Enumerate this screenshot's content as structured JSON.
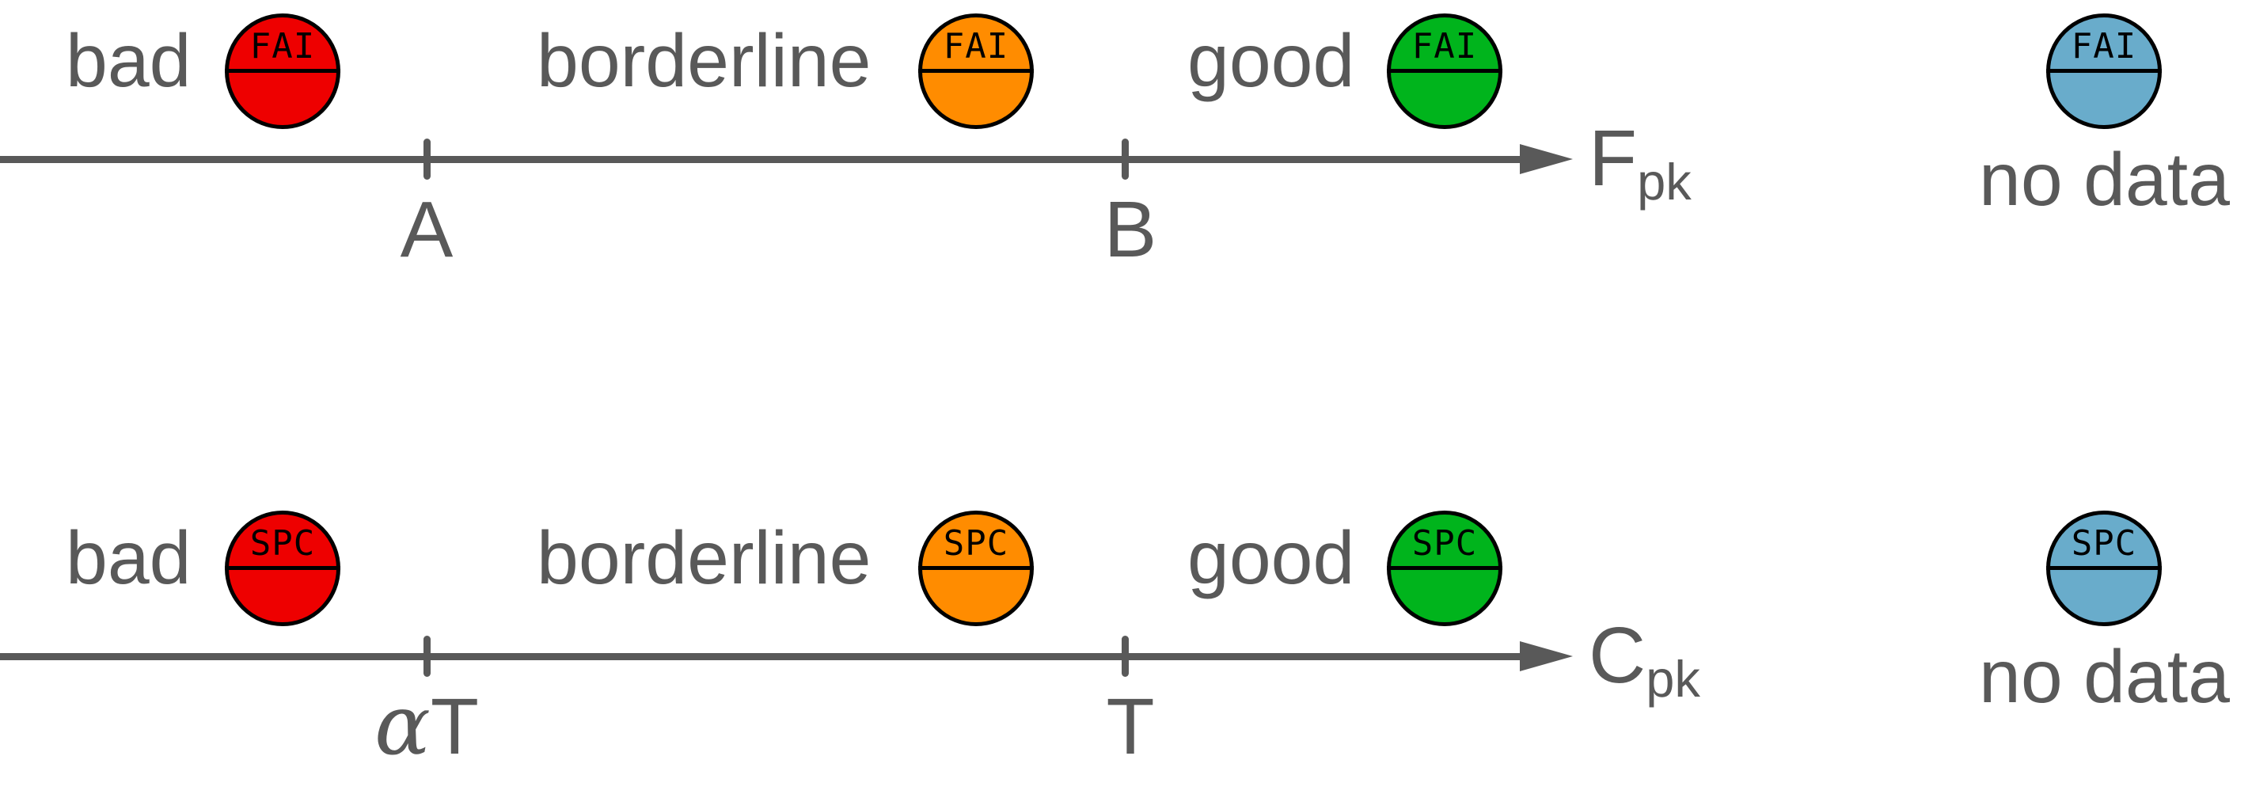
{
  "figure": {
    "description": "Traffic-light classification of FAI and SPC quality indicators along two axes",
    "gray": "#595959",
    "outline": "#000000"
  },
  "axes": [
    {
      "name": "FAI axis",
      "badge": "FAI",
      "axis_symbol": "F",
      "axis_subscript": "pk",
      "regions": [
        {
          "label": "bad",
          "color": "#ee0000"
        },
        {
          "label": "borderline",
          "color": "#ff8c00"
        },
        {
          "label": "good",
          "color": "#00b41c"
        }
      ],
      "ticks": [
        {
          "pre": "",
          "main": "A"
        },
        {
          "pre": "",
          "main": "B"
        }
      ],
      "no_data": {
        "badge": "FAI",
        "label": "no data",
        "color": "#69accb"
      }
    },
    {
      "name": "SPC axis",
      "badge": "SPC",
      "axis_symbol": "C",
      "axis_subscript": "pk",
      "regions": [
        {
          "label": "bad",
          "color": "#ee0000"
        },
        {
          "label": "borderline",
          "color": "#ff8c00"
        },
        {
          "label": "good",
          "color": "#00b41c"
        }
      ],
      "ticks": [
        {
          "pre": "α",
          "main": "T"
        },
        {
          "pre": "",
          "main": "T"
        }
      ],
      "no_data": {
        "badge": "SPC",
        "label": "no data",
        "color": "#69accb"
      }
    }
  ]
}
